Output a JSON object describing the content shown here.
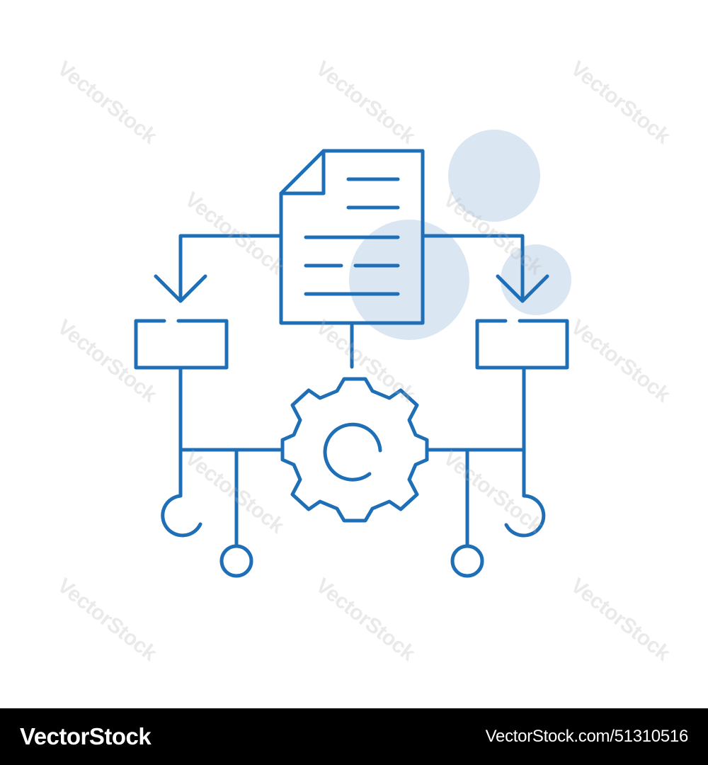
{
  "watermark": {
    "text": "VectorStock"
  },
  "footer": {
    "brand": "VectorStock",
    "image_id": "VectorStock.com/51310516"
  },
  "colors": {
    "stroke": "#1f6fb7",
    "circle_fill": "#dbe6f3",
    "footer_bg": "#000000"
  },
  "icon": {
    "name": "workflow-process-icon",
    "parts": [
      "document-icon",
      "gear-icon",
      "arrow-down-icon",
      "process-box",
      "connector-circle"
    ]
  }
}
